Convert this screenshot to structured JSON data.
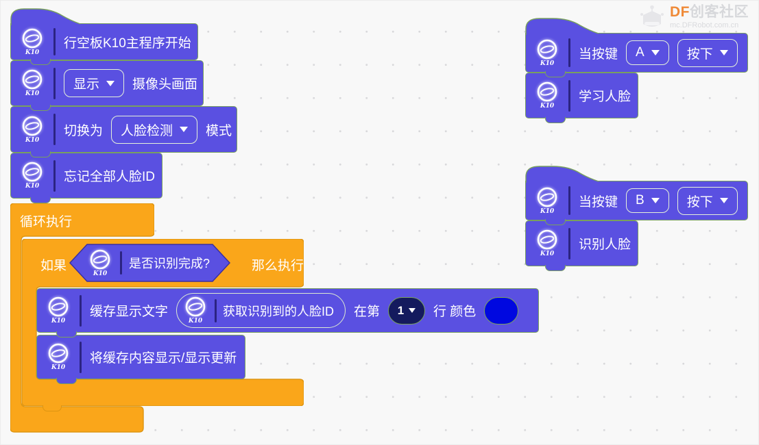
{
  "icon_label": "K10",
  "watermark": {
    "brand_df": "DF",
    "brand_cn": "创客社区",
    "url": "mc.DFRobot.com.cn"
  },
  "colors": {
    "block_purple": "#5a50e1",
    "block_border_green": "#79a05f",
    "c_block_orange": "#faa61a",
    "orange_border": "#dd9512",
    "line_dropdown_navy": "#141a5e",
    "color_swatch_blue": "#0008e0",
    "separator_navy": "#2b2382",
    "watermark_orange": "#ef8a38"
  },
  "left_stack": {
    "hat_label": "行空板K10主程序开始",
    "display": {
      "dropdown_value": "显示",
      "label": "摄像头画面"
    },
    "switch_mode": {
      "prefix": "切换为",
      "dropdown_value": "人脸检测",
      "suffix": "模式"
    },
    "forget_label": "忘记全部人脸ID",
    "loop_label": "循环执行",
    "if_block": {
      "prefix": "如果",
      "condition": "是否识别完成?",
      "then_label": "那么执行"
    },
    "cache": {
      "label": "缓存显示文字",
      "reporter_label": "获取识别到的人脸ID",
      "at_line": "在第",
      "line_value": "1",
      "suffix": "行 颜色"
    },
    "update_label": "将缓存内容显示/显示更新"
  },
  "right_stacks": [
    {
      "when_label": "当按键",
      "key_value": "A",
      "state_value": "按下",
      "action_label": "学习人脸"
    },
    {
      "when_label": "当按键",
      "key_value": "B",
      "state_value": "按下",
      "action_label": "识别人脸"
    }
  ]
}
